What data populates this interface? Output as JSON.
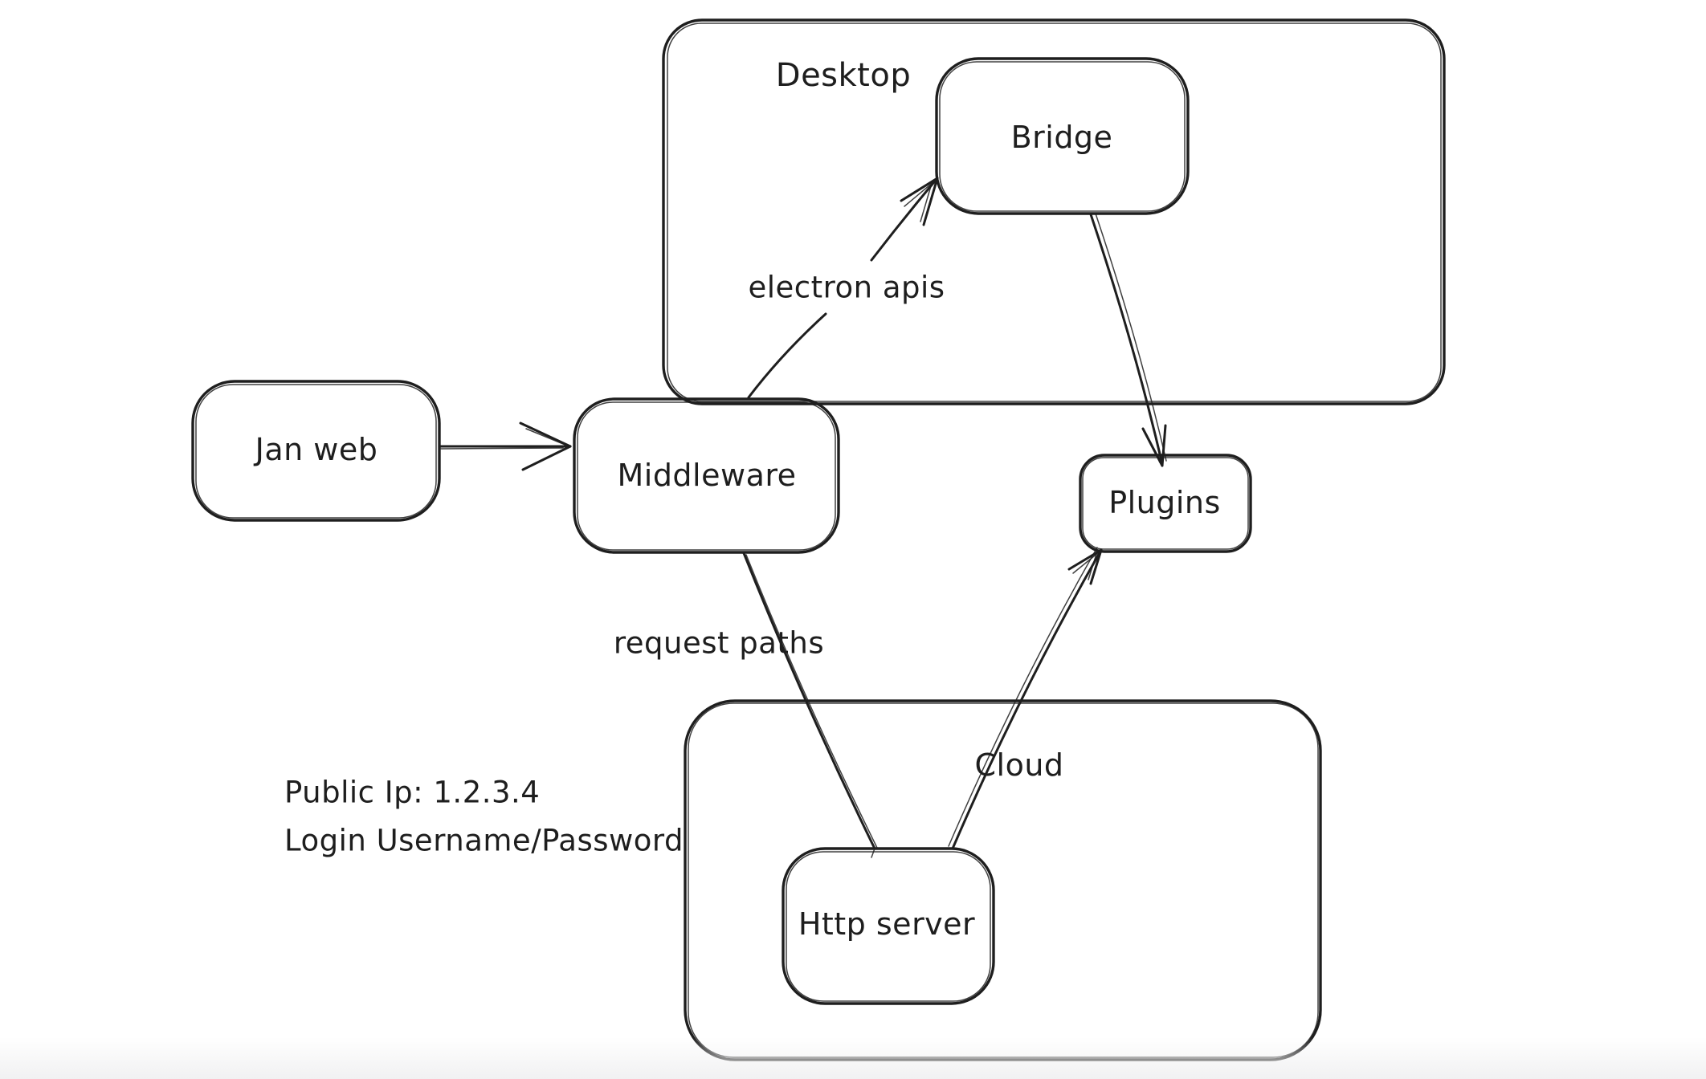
{
  "canvas": {
    "background": "#ffffff",
    "stroke_color": "#1e1e1e",
    "bottom_fade_color": "#f1f1f2",
    "style": "hand-drawn whiteboard diagram"
  },
  "containers": [
    {
      "label": "Desktop"
    },
    {
      "label": "Cloud"
    }
  ],
  "nodes": [
    {
      "label": "Jan web"
    },
    {
      "label": "Middleware"
    },
    {
      "label": "Bridge"
    },
    {
      "label": "Plugins"
    },
    {
      "label": "Http server"
    }
  ],
  "edges": [
    {
      "from": "Jan web",
      "to": "Middleware",
      "label": ""
    },
    {
      "from": "Middleware",
      "to": "Bridge",
      "label": "electron apis"
    },
    {
      "from": "Bridge",
      "to": "Plugins",
      "label": ""
    },
    {
      "from": "Middleware",
      "to": "Http server",
      "label": "request paths"
    },
    {
      "from": "Http server",
      "to": "Plugins",
      "label": ""
    }
  ],
  "annotations": [
    {
      "text": "Public Ip: 1.2.3.4"
    },
    {
      "text": "Login Username/Password"
    }
  ]
}
